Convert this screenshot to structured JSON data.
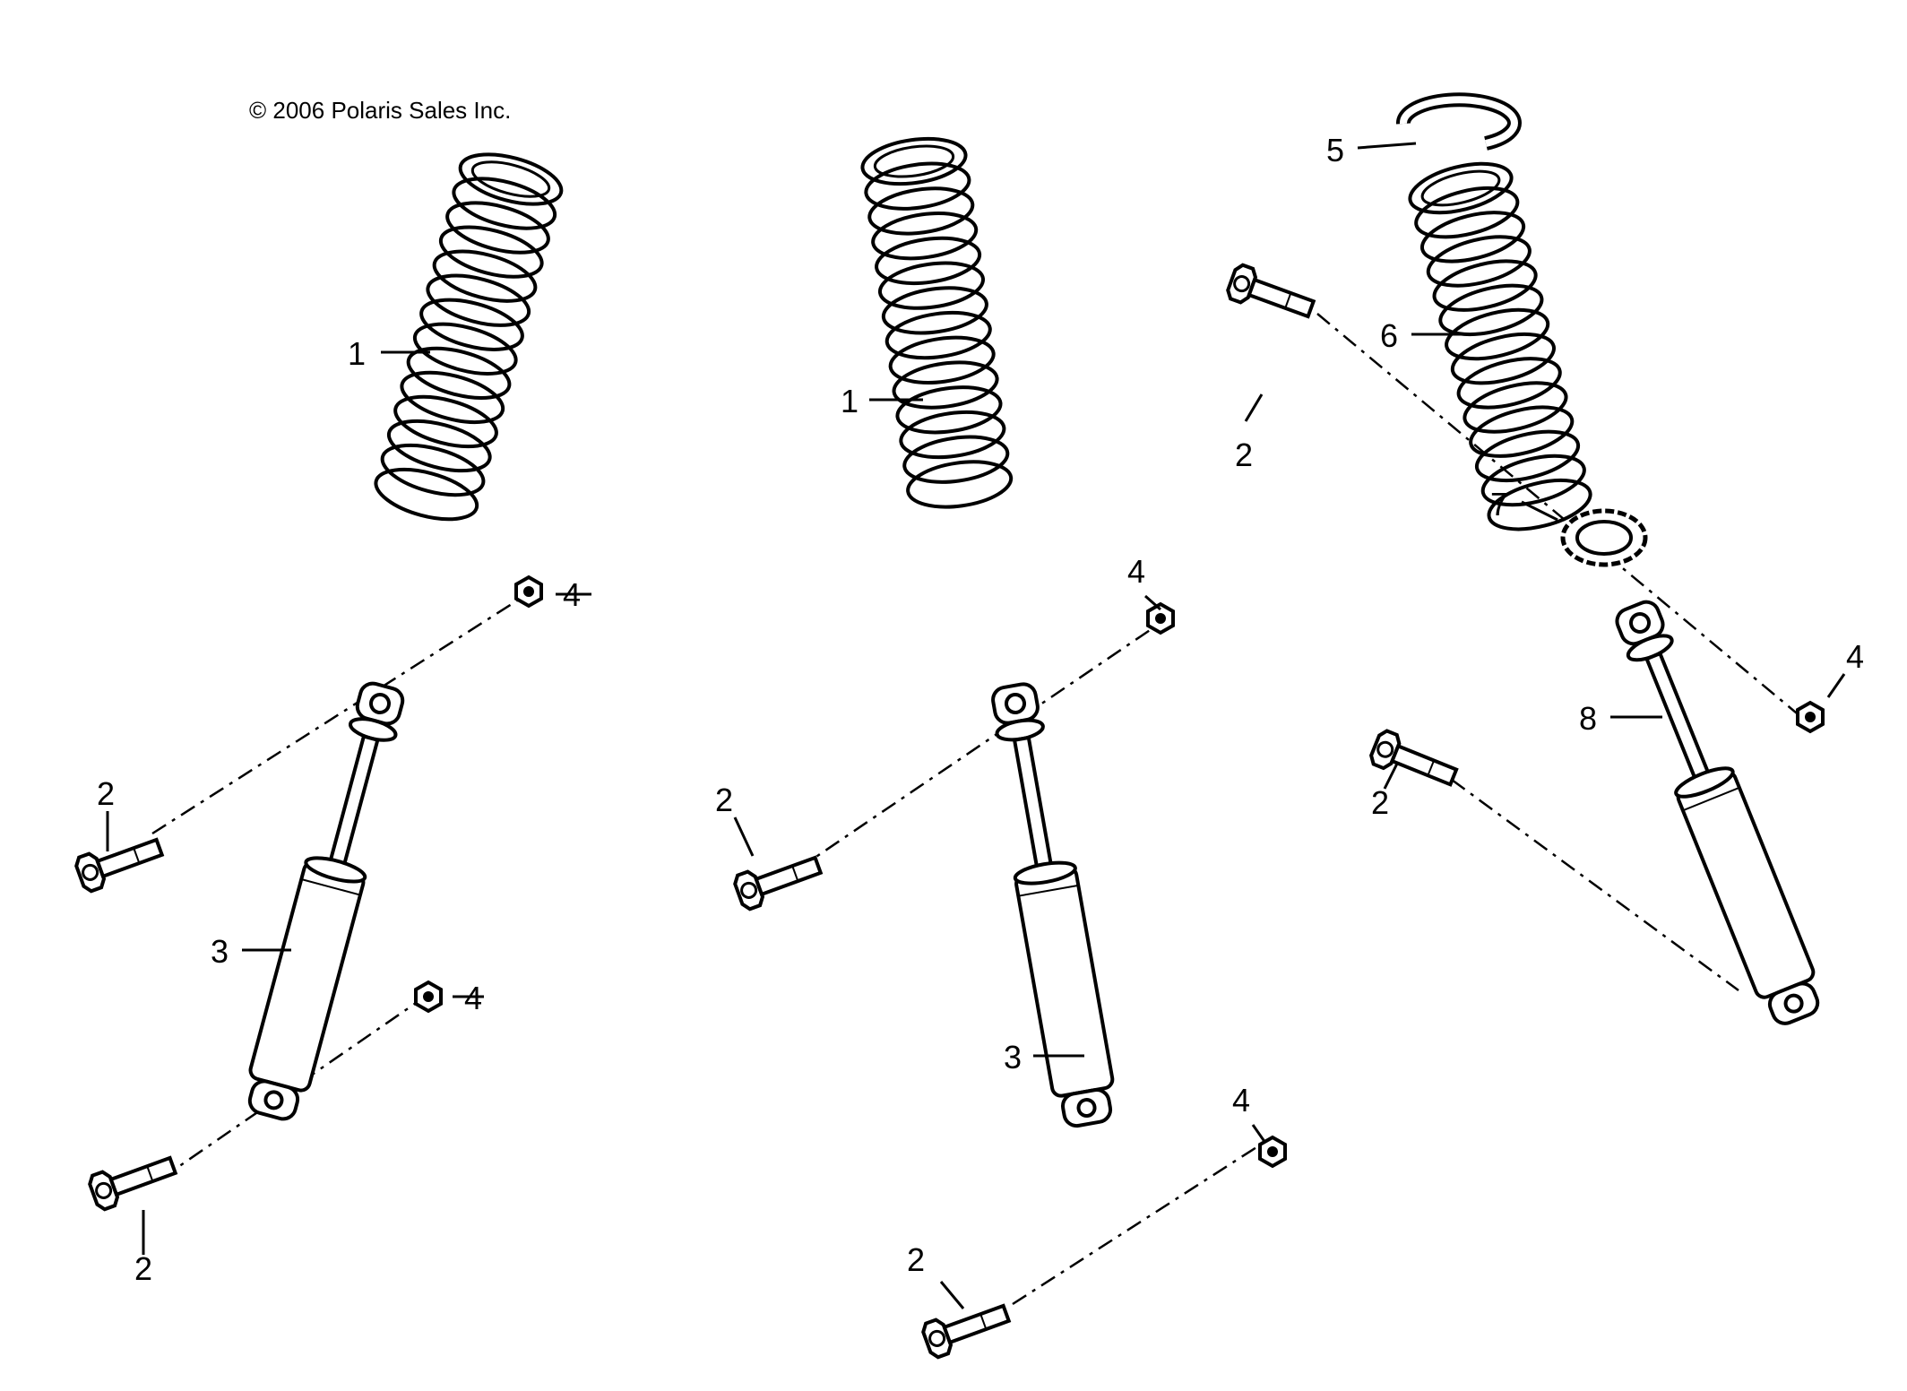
{
  "copyright": "© 2006 Polaris Sales Inc.",
  "callouts": {
    "left_spring": "1",
    "left_upper_bolt": "2",
    "left_lower_bolt": "2",
    "left_shock": "3",
    "left_upper_nut": "4",
    "left_lower_nut": "4",
    "center_spring": "1",
    "center_upper_bolt": "2",
    "center_lower_bolt": "2",
    "center_shock": "3",
    "center_upper_nut": "4",
    "center_lower_nut": "4",
    "right_retainer": "5",
    "right_spring": "6",
    "right_adjuster": "7",
    "right_shock": "8",
    "right_upper_bolt": "2",
    "right_lower_bolt": "2",
    "right_nut": "4"
  }
}
